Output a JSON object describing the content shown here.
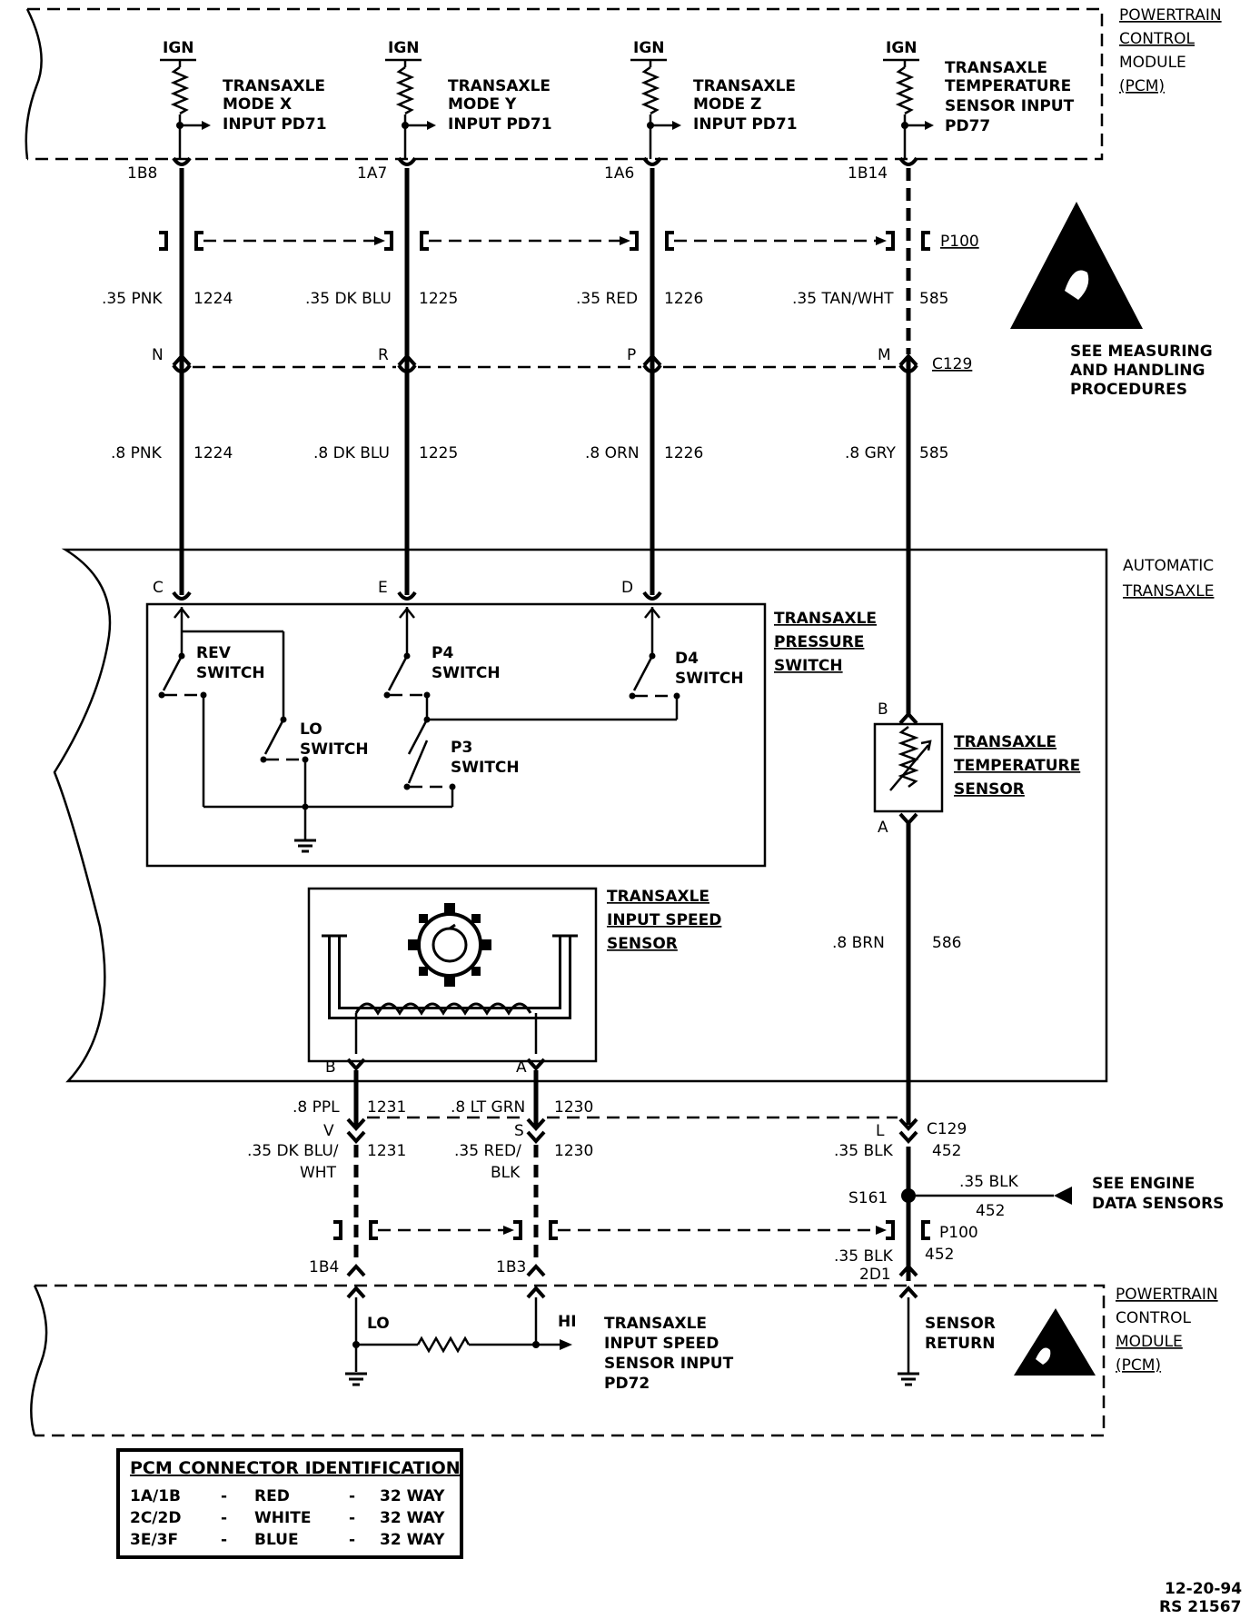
{
  "pcm_top": {
    "label": [
      "POWERTRAIN",
      "CONTROL",
      "MODULE",
      "(PCM)"
    ]
  },
  "pcm_bottom": {
    "label": [
      "POWERTRAIN",
      "CONTROL",
      "MODULE",
      "(PCM)"
    ]
  },
  "ign": "IGN",
  "inputs": [
    {
      "lines": [
        "TRANSAXLE",
        "MODE X",
        "INPUT PD71"
      ],
      "pin": "1B8"
    },
    {
      "lines": [
        "TRANSAXLE",
        "MODE Y",
        "INPUT PD71"
      ],
      "pin": "1A7"
    },
    {
      "lines": [
        "TRANSAXLE",
        "MODE Z",
        "INPUT PD71"
      ],
      "pin": "1A6"
    },
    {
      "lines": [
        "TRANSAXLE",
        "TEMPERATURE",
        "SENSOR INPUT",
        "PD77"
      ],
      "pin": "1B14"
    }
  ],
  "p100": "P100",
  "c129": "C129",
  "wires_upper": [
    {
      "gauge": ".35 PNK",
      "circuit": "1224"
    },
    {
      "gauge": ".35 DK BLU",
      "circuit": "1225"
    },
    {
      "gauge": ".35 RED",
      "circuit": "1226"
    },
    {
      "gauge": ".35 TAN/WHT",
      "circuit": "585"
    }
  ],
  "c129_pins_top": [
    "N",
    "R",
    "P",
    "M"
  ],
  "wires_lower": [
    {
      "gauge": ".8 PNK",
      "circuit": "1224"
    },
    {
      "gauge": ".8 DK BLU",
      "circuit": "1225"
    },
    {
      "gauge": ".8 ORN",
      "circuit": "1226"
    },
    {
      "gauge": ".8 GRY",
      "circuit": "585"
    }
  ],
  "esd_top": [
    "SEE MEASURING",
    "AND HANDLING",
    "PROCEDURES"
  ],
  "transaxle": {
    "label": [
      "AUTOMATIC",
      "TRANSAXLE"
    ]
  },
  "pressure_switch": {
    "label": [
      "TRANSAXLE",
      "PRESSURE",
      "SWITCH"
    ],
    "pins": [
      "C",
      "E",
      "D"
    ],
    "rev": [
      "REV",
      "SWITCH"
    ],
    "lo": [
      "LO",
      "SWITCH"
    ],
    "p4": [
      "P4",
      "SWITCH"
    ],
    "p3": [
      "P3",
      "SWITCH"
    ],
    "d4": [
      "D4",
      "SWITCH"
    ]
  },
  "temp_sensor": {
    "label": [
      "TRANSAXLE",
      "TEMPERATURE",
      "SENSOR"
    ],
    "pin_b": "B",
    "pin_a": "A"
  },
  "temp_wire": {
    "gauge": ".8 BRN",
    "circuit": "586"
  },
  "speed_sensor": {
    "label": [
      "TRANSAXLE",
      "INPUT SPEED",
      "SENSOR"
    ],
    "pin_b": "B",
    "pin_a": "A"
  },
  "speed_wires_upper": [
    {
      "gauge": ".8 PPL",
      "circuit": "1231"
    },
    {
      "gauge": ".8 LT GRN",
      "circuit": "1230"
    }
  ],
  "c129_pins_bottom": [
    "V",
    "S",
    "L"
  ],
  "speed_wires_lower": [
    {
      "gauge": [
        ".35 DK BLU/",
        "WHT"
      ],
      "circuit": "1231"
    },
    {
      "gauge": [
        ".35 RED/",
        "BLK"
      ],
      "circuit": "1230"
    }
  ],
  "ground_wire": {
    "gauge1": ".35 BLK",
    "circuit1": "452",
    "splice": "S161",
    "branch_gauge": ".35 BLK",
    "branch_circuit": "452",
    "gauge2": ".35 BLK",
    "pin2": "2D1",
    "circuit2": "452"
  },
  "see_engine": [
    "SEE ENGINE",
    "DATA SENSORS"
  ],
  "bottom_pins": [
    "1B4",
    "1B3"
  ],
  "speed_input": {
    "lo": "LO",
    "hi": "HI",
    "lines": [
      "TRANSAXLE",
      "INPUT SPEED",
      "SENSOR INPUT",
      "PD72"
    ]
  },
  "sensor_return": [
    "SENSOR",
    "RETURN"
  ],
  "connector_table": {
    "title": "PCM CONNECTOR IDENTIFICATION",
    "rows": [
      [
        "1A/1B",
        "-",
        "RED",
        "-",
        "32 WAY"
      ],
      [
        "2C/2D",
        "-",
        "WHITE",
        "-",
        "32 WAY"
      ],
      [
        "3E/3F",
        "-",
        "BLUE",
        "-",
        "32 WAY"
      ]
    ]
  },
  "footer": [
    "12-20-94",
    "RS 21567"
  ]
}
